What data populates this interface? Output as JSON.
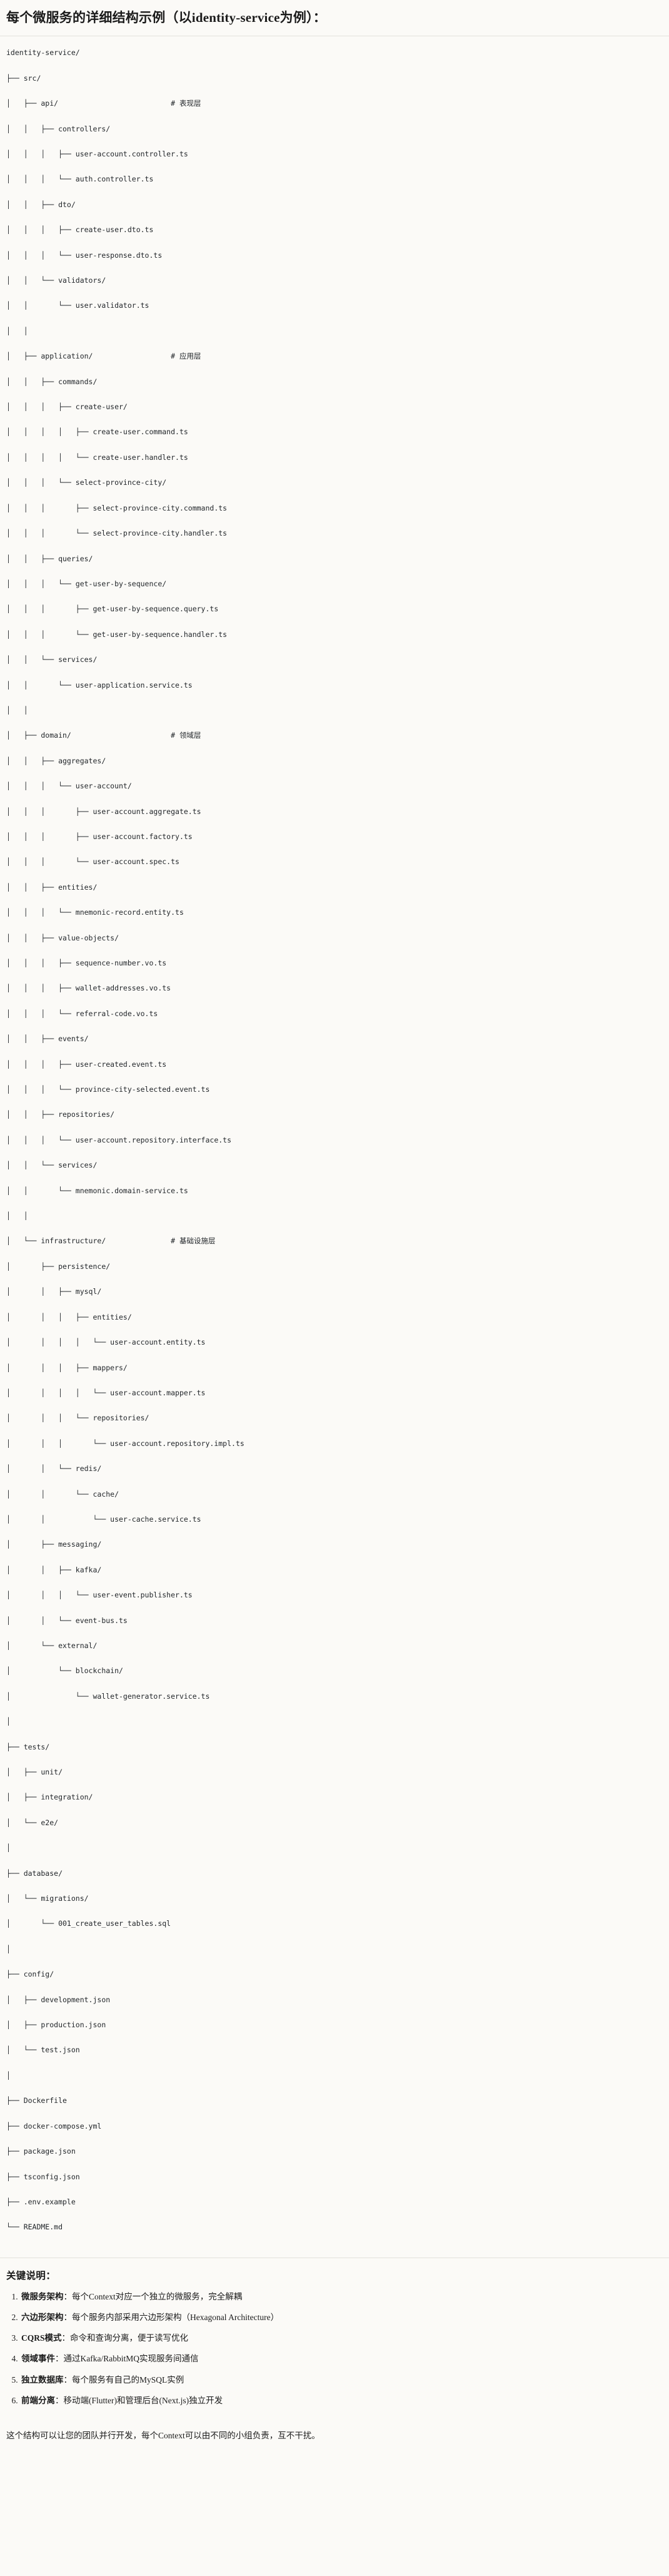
{
  "header": {
    "title": "每个微服务的详细结构示例（以identity-service为例）："
  },
  "tree": {
    "root": "identity-service/",
    "lines": [
      "identity-service/",
      "├── src/",
      "│   ├── api/                          # 表现层",
      "│   │   ├── controllers/",
      "│   │   │   ├── user-account.controller.ts",
      "│   │   │   └── auth.controller.ts",
      "│   │   ├── dto/",
      "│   │   │   ├── create-user.dto.ts",
      "│   │   │   └── user-response.dto.ts",
      "│   │   └── validators/",
      "│   │       └── user.validator.ts",
      "│   │",
      "│   ├── application/                  # 应用层",
      "│   │   ├── commands/",
      "│   │   │   ├── create-user/",
      "│   │   │   │   ├── create-user.command.ts",
      "│   │   │   │   └── create-user.handler.ts",
      "│   │   │   └── select-province-city/",
      "│   │   │       ├── select-province-city.command.ts",
      "│   │   │       └── select-province-city.handler.ts",
      "│   │   ├── queries/",
      "│   │   │   └── get-user-by-sequence/",
      "│   │   │       ├── get-user-by-sequence.query.ts",
      "│   │   │       └── get-user-by-sequence.handler.ts",
      "│   │   └── services/",
      "│   │       └── user-application.service.ts",
      "│   │",
      "│   ├── domain/                       # 领域层",
      "│   │   ├── aggregates/",
      "│   │   │   └── user-account/",
      "│   │   │       ├── user-account.aggregate.ts",
      "│   │   │       ├── user-account.factory.ts",
      "│   │   │       └── user-account.spec.ts",
      "│   │   ├── entities/",
      "│   │   │   └── mnemonic-record.entity.ts",
      "│   │   ├── value-objects/",
      "│   │   │   ├── sequence-number.vo.ts",
      "│   │   │   ├── wallet-addresses.vo.ts",
      "│   │   │   └── referral-code.vo.ts",
      "│   │   ├── events/",
      "│   │   │   ├── user-created.event.ts",
      "│   │   │   └── province-city-selected.event.ts",
      "│   │   ├── repositories/",
      "│   │   │   └── user-account.repository.interface.ts",
      "│   │   └── services/",
      "│   │       └── mnemonic.domain-service.ts",
      "│   │",
      "│   └── infrastructure/               # 基础设施层",
      "│       ├── persistence/",
      "│       │   ├── mysql/",
      "│       │   │   ├── entities/",
      "│       │   │   │   └── user-account.entity.ts",
      "│       │   │   ├── mappers/",
      "│       │   │   │   └── user-account.mapper.ts",
      "│       │   │   └── repositories/",
      "│       │   │       └── user-account.repository.impl.ts",
      "│       │   └── redis/",
      "│       │       └── cache/",
      "│       │           └── user-cache.service.ts",
      "│       ├── messaging/",
      "│       │   ├── kafka/",
      "│       │   │   └── user-event.publisher.ts",
      "│       │   └── event-bus.ts",
      "│       └── external/",
      "│           └── blockchain/",
      "│               └── wallet-generator.service.ts",
      "│",
      "├── tests/",
      "│   ├── unit/",
      "│   ├── integration/",
      "│   └── e2e/",
      "│",
      "├── database/",
      "│   └── migrations/",
      "│       └── 001_create_user_tables.sql",
      "│",
      "├── config/",
      "│   ├── development.json",
      "│   ├── production.json",
      "│   └── test.json",
      "│",
      "├── Dockerfile",
      "├── docker-compose.yml",
      "├── package.json",
      "├── tsconfig.json",
      "├── .env.example",
      "└── README.md"
    ]
  },
  "keys": {
    "title": "关键说明：",
    "items": [
      {
        "term": "微服务架构",
        "desc": "：每个Context对应一个独立的微服务，完全解耦"
      },
      {
        "term": "六边形架构",
        "desc": "：每个服务内部采用六边形架构（Hexagonal Architecture）"
      },
      {
        "term": "CQRS模式",
        "desc": "：命令和查询分离，便于读写优化"
      },
      {
        "term": "领域事件",
        "desc": "：通过Kafka/RabbitMQ实现服务间通信"
      },
      {
        "term": "独立数据库",
        "desc": "：每个服务有自己的MySQL实例"
      },
      {
        "term": "前端分离",
        "desc": "：移动端(Flutter)和管理后台(Next.js)独立开发"
      }
    ],
    "closing": "这个结构可以让您的团队并行开发，每个Context可以由不同的小组负责，互不干扰。"
  },
  "colors": {
    "background": "#fbfaf7",
    "text": "#1b1b1b",
    "code_text": "#22262a",
    "rule": "#e3e1dc"
  }
}
